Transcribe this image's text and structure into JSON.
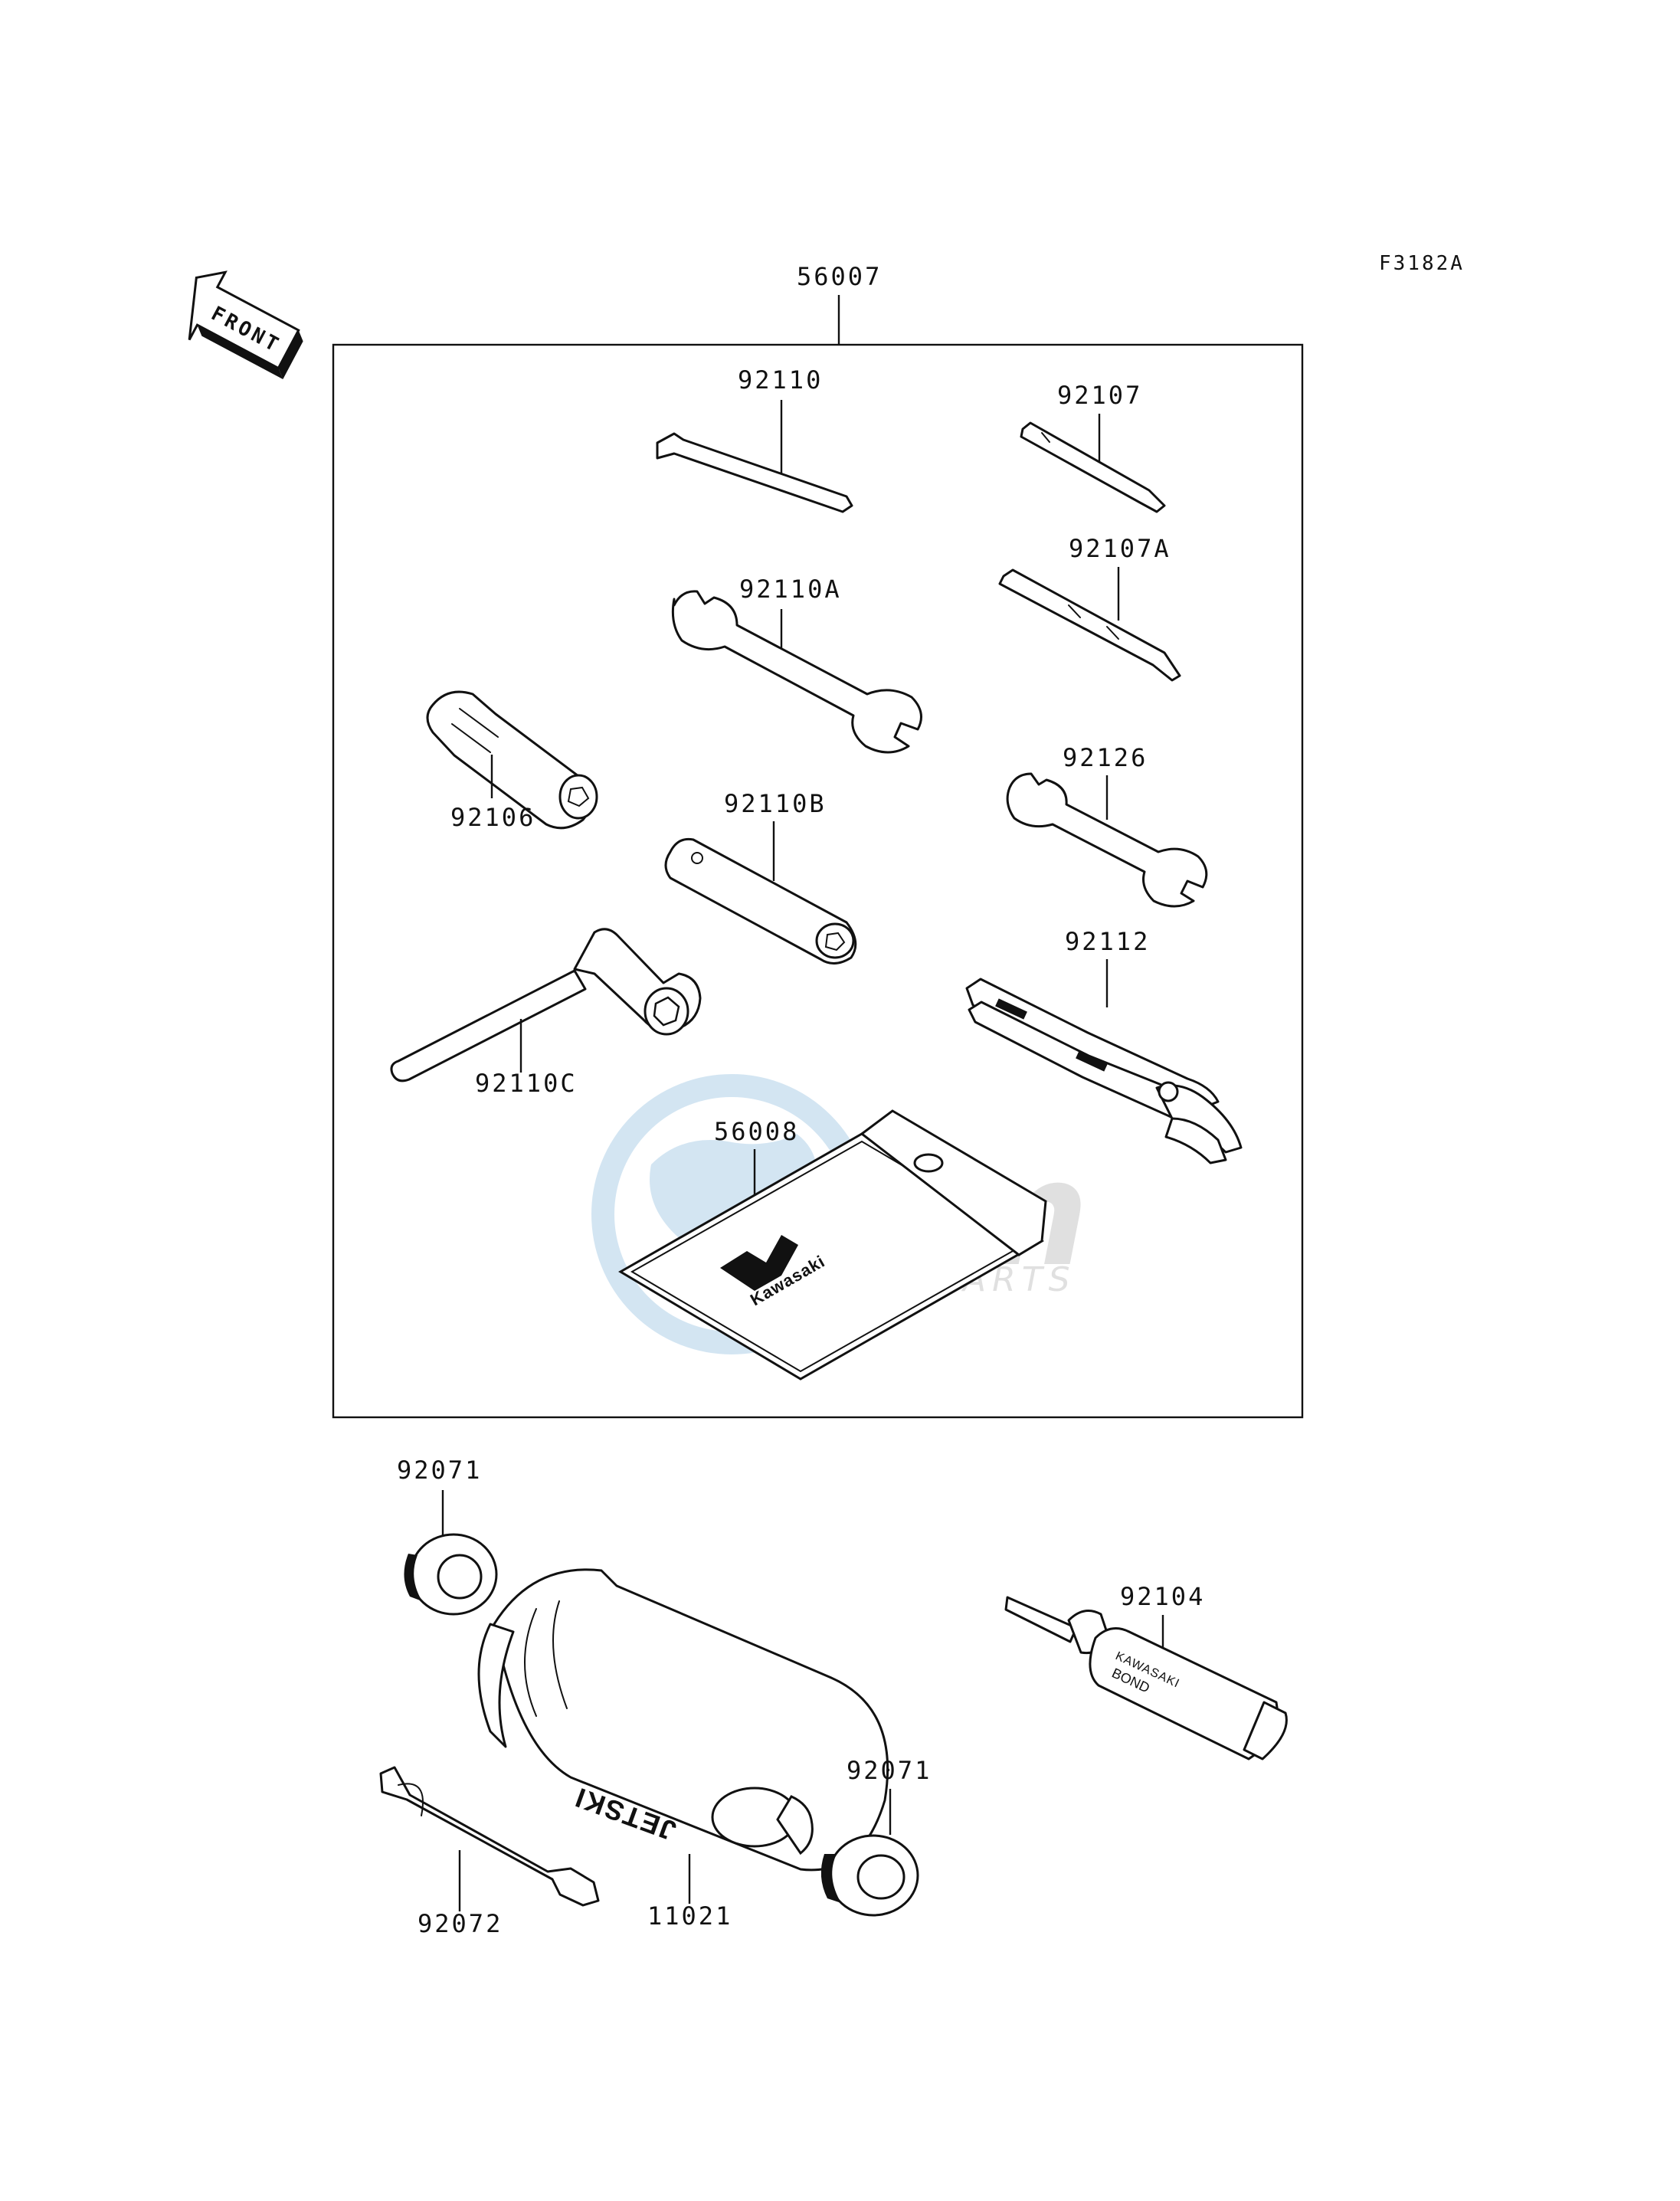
{
  "diagram_code": "F3182A",
  "front_label": "FRONT",
  "watermark": {
    "brand": "osm",
    "subtitle": "MOTORPARTS"
  },
  "labels": {
    "p56007": "56007",
    "p92110": "92110",
    "p92107": "92107",
    "p92107A": "92107A",
    "p92110A": "92110A",
    "p92106": "92106",
    "p92126": "92126",
    "p92110B": "92110B",
    "p92112": "92112",
    "p92110C": "92110C",
    "p56008": "56008",
    "p92071a": "92071",
    "p92071b": "92071",
    "p92104": "92104",
    "p11021": "11021",
    "p92072": "92072"
  },
  "printed": {
    "pouch_brand": "Kawasaki",
    "bond_brand": "KAWASAKI",
    "bond_word": "BOND",
    "canister_brand": "JETSKI"
  }
}
